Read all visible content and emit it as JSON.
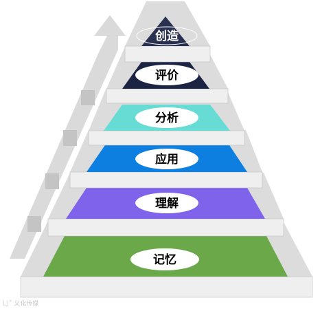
{
  "pyramid": {
    "levels": [
      {
        "label": "创造",
        "color": "#2a3150"
      },
      {
        "label": "评价",
        "color": "#1c2444"
      },
      {
        "label": "分析",
        "color": "#66dcd4"
      },
      {
        "label": "应用",
        "color": "#0d7fe0"
      },
      {
        "label": "理解",
        "color": "#7f63ea"
      },
      {
        "label": "记忆",
        "color": "#6aa84a"
      }
    ]
  },
  "colors": {
    "step_top": "#dcdcdc",
    "step_front": "#efefef",
    "step_edge": "#bfbfbf",
    "arrow": "#dadada",
    "arrow_block": "#c4c4c4",
    "label_pill": "#ffffff",
    "label_text": "#000000"
  },
  "arrow": {
    "icon": "up-arrow-icon"
  }
}
